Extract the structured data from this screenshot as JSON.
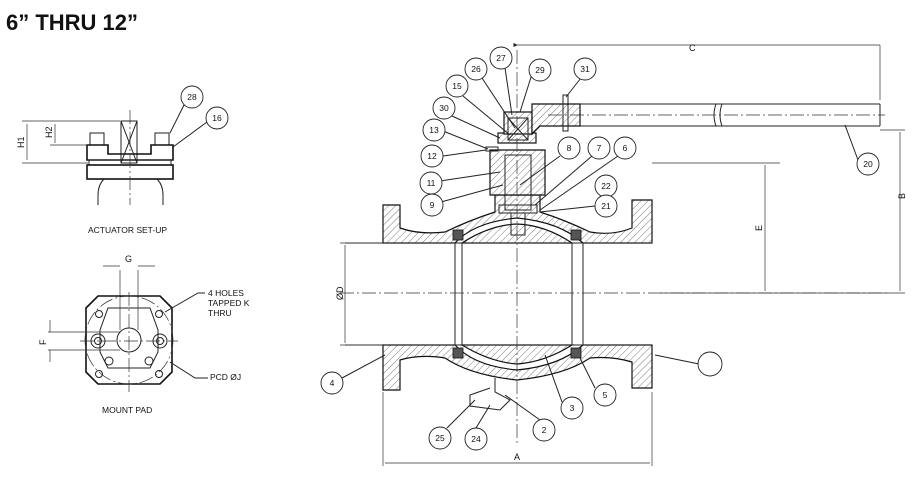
{
  "title": "6” THRU 12”",
  "actuator_view": {
    "caption": "ACTUATOR SET-UP",
    "dims": {
      "h1": "H1",
      "h2": "H2"
    },
    "callouts": [
      "28",
      "16"
    ]
  },
  "mount_pad_view": {
    "caption": "MOUNT PAD",
    "dims": {
      "g": "G",
      "f": "F"
    },
    "notes": {
      "holes_line1": "4 HOLES",
      "holes_line2": "TAPPED K",
      "holes_line3": "THRU",
      "pcd": "PCD ØJ"
    }
  },
  "main_view": {
    "dims": {
      "a": "A",
      "b": "B",
      "c": "C",
      "d": "ØD",
      "e": "E"
    },
    "callouts": [
      "27",
      "26",
      "15",
      "30",
      "13",
      "12",
      "11",
      "9",
      "8",
      "7",
      "6",
      "22",
      "21",
      "29",
      "31",
      "20",
      "4",
      "3",
      "5",
      "2",
      "24",
      "25",
      ""
    ]
  }
}
